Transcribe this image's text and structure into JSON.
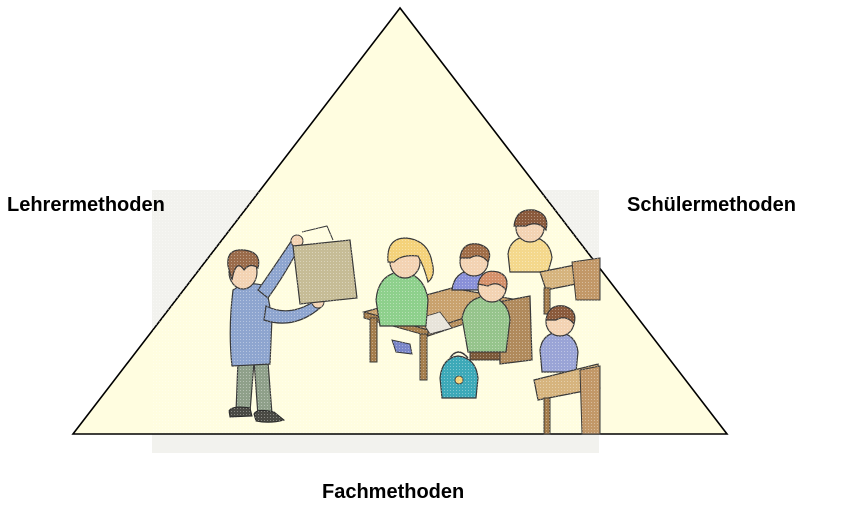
{
  "diagram": {
    "labels": {
      "left": "Lehrermethoden",
      "right": "Schülermethoden",
      "bottom": "Fachmethoden"
    },
    "colors": {
      "triangle_fill": "#fffde0",
      "triangle_stroke": "#000000",
      "picture_backdrop": "#f2f2ee",
      "text": "#000000"
    },
    "illustration": {
      "subject": "classroom-clipart",
      "icon": "teacher-showing-sheet-to-pupils-icon"
    }
  }
}
